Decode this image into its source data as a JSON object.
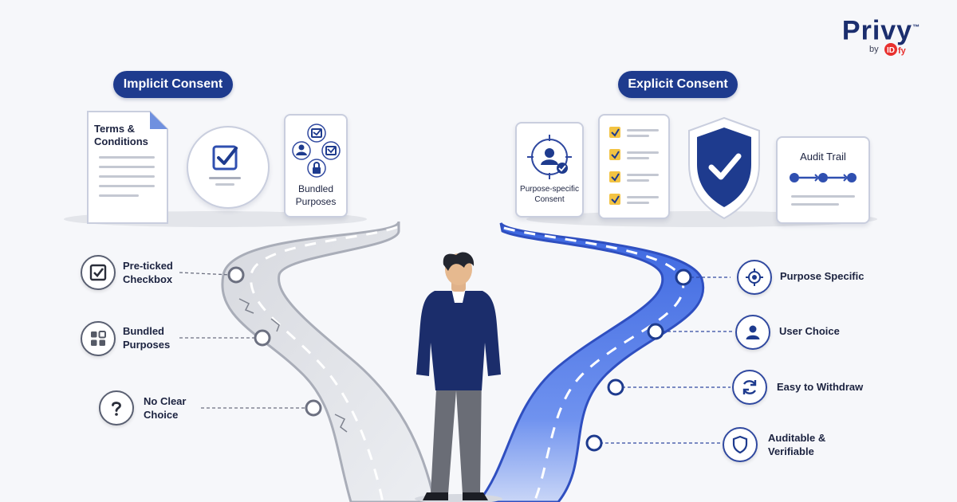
{
  "brand": {
    "name": "Privy",
    "tm": "™",
    "by": "by",
    "logo_text": "IDfy"
  },
  "implicit": {
    "title": "Implicit Consent",
    "cards": {
      "terms": "Terms & Conditions",
      "bundled": "Bundled Purposes"
    },
    "points": [
      {
        "label": "Pre-ticked Checkbox",
        "icon": "checkbox-icon"
      },
      {
        "label": "Bundled Purposes",
        "icon": "grid-icon"
      },
      {
        "label": "No Clear Choice",
        "icon": "question-icon"
      }
    ]
  },
  "explicit": {
    "title": "Explicit Consent",
    "cards": {
      "purpose": "Purpose-specific Consent",
      "audit": "Audit Trail"
    },
    "points": [
      {
        "label": "Purpose Specific",
        "icon": "target-icon"
      },
      {
        "label": "User Choice",
        "icon": "user-icon"
      },
      {
        "label": "Easy to Withdraw",
        "icon": "refresh-icon"
      },
      {
        "label": "Auditable & Verifiable",
        "icon": "shield-icon"
      }
    ]
  },
  "colors": {
    "navy": "#1e3b8e",
    "road_gray": "#c9ccd4",
    "road_blue": "#3d67e0",
    "check_yellow": "#f3c342"
  }
}
